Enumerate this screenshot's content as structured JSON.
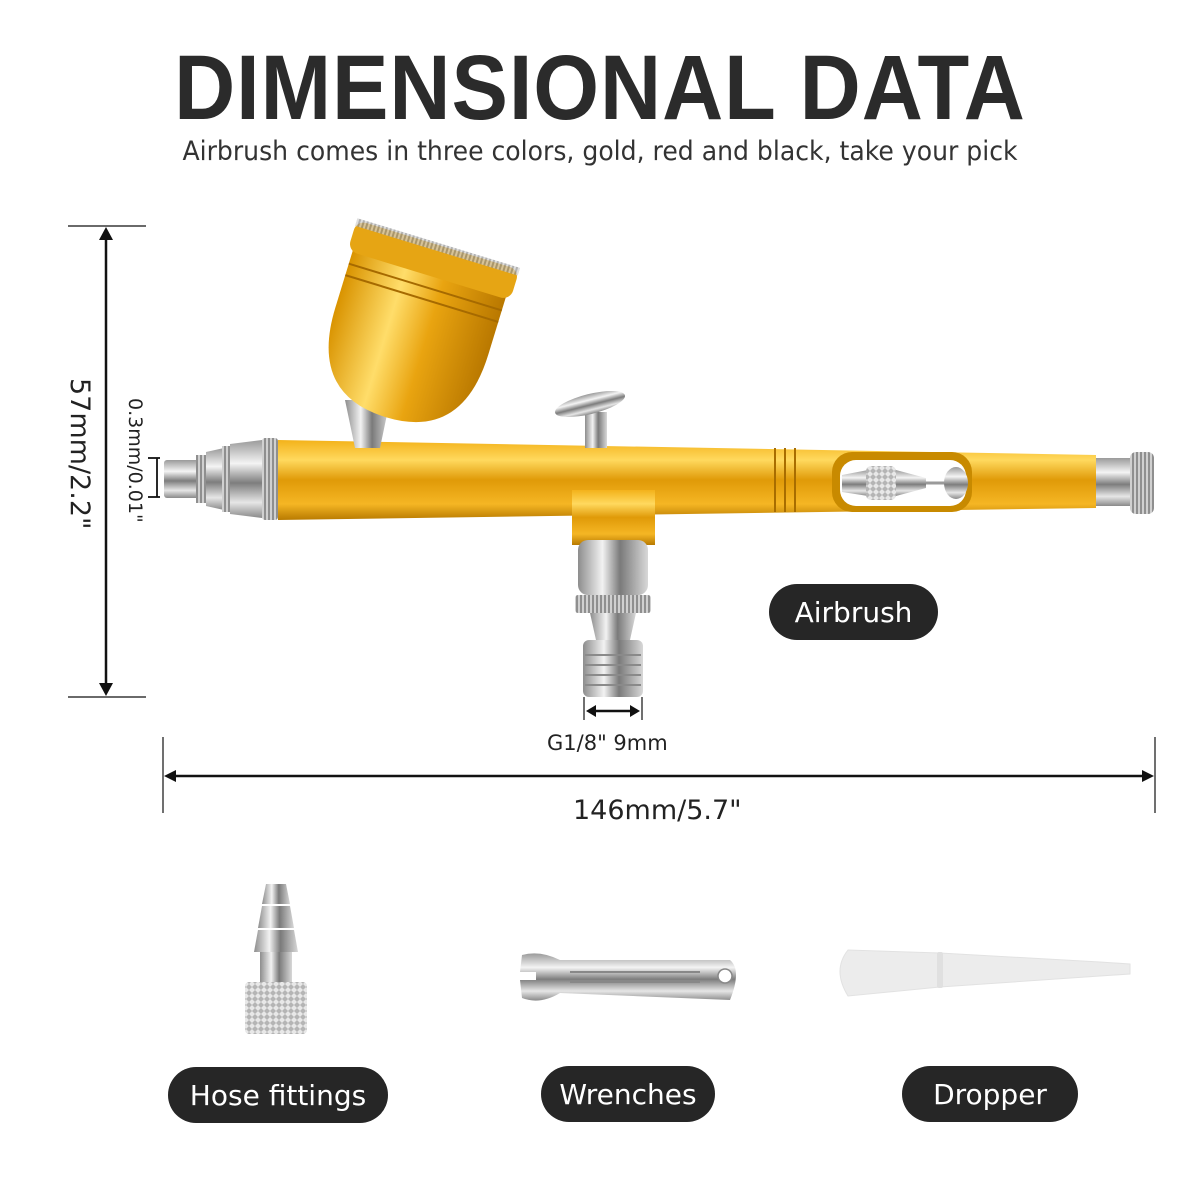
{
  "header": {
    "title": "DIMENSIONAL DATA",
    "subtitle": "Airbrush comes in three colors, gold, red and black, take your pick"
  },
  "dimensions": {
    "height": "57mm/2.2\"",
    "nozzle": "0.3mm/0.01\"",
    "thread": "G1/8\" 9mm",
    "length": "146mm/5.7\""
  },
  "labels": {
    "airbrush": "Airbrush",
    "hose_fittings": "Hose fittings",
    "wrenches": "Wrenches",
    "dropper": "Dropper"
  },
  "colors": {
    "gold": "#e8a812",
    "gold_dark": "#c08400",
    "gold_light": "#ffd45a",
    "chrome": "#c9c9c9",
    "pill_bg": "#262626",
    "text": "#2b2b2b"
  }
}
